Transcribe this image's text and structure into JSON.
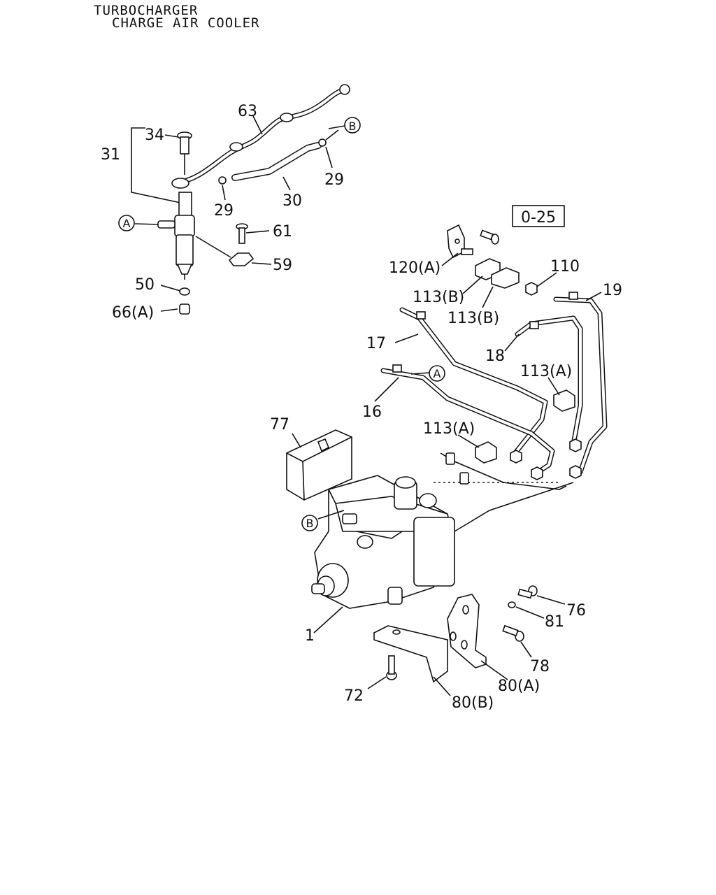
{
  "header": {
    "line1": "TURBOCHARGER",
    "line2": "CHARGE AIR COOLER"
  },
  "ref_box": "0-25",
  "circle_refs": {
    "a": "A",
    "b": "B"
  },
  "callouts": {
    "p34": "34",
    "p31": "31",
    "p63": "63",
    "p29a": "29",
    "p29b": "29",
    "p30": "30",
    "p61": "61",
    "p59": "59",
    "p50": "50",
    "p66a": "66(A)",
    "p120a": "120(A)",
    "p110": "110",
    "p113b1": "113(B)",
    "p113b2": "113(B)",
    "p19": "19",
    "p17": "17",
    "p18": "18",
    "p16": "16",
    "p113a1": "113(A)",
    "p113a2": "113(A)",
    "p77": "77",
    "p1": "1",
    "p76": "76",
    "p81": "81",
    "p78": "78",
    "p80a": "80(A)",
    "p80b": "80(B)",
    "p72": "72"
  }
}
